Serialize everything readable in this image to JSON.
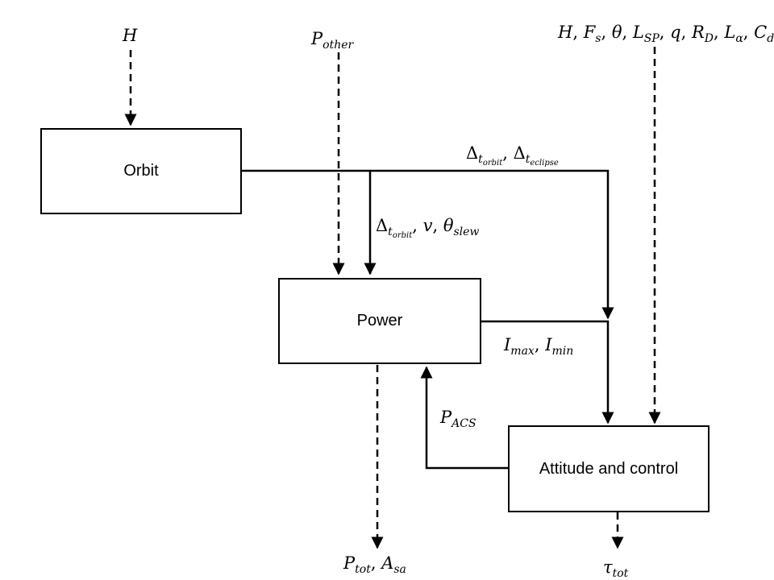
{
  "blocks": {
    "orbit": "Orbit",
    "power": "Power",
    "attitude": "Attitude and control"
  },
  "labels": {
    "orbit_input": {
      "base": "H"
    },
    "power_input": {
      "base": "P",
      "sub": "other"
    },
    "attitude_inputs": [
      {
        "base": "H"
      },
      {
        "base": "F",
        "sub": "s"
      },
      {
        "base": "θ"
      },
      {
        "base": "L",
        "sub": "SP"
      },
      {
        "base": "q"
      },
      {
        "base": "R",
        "sub": "D"
      },
      {
        "base": "L",
        "sub": "α"
      },
      {
        "base": "C",
        "sub": "d"
      }
    ],
    "orbit_to_attitude": [
      {
        "base": "Δ",
        "sub": "t",
        "sub2": "orbit"
      },
      {
        "base": "Δ",
        "sub": "t",
        "sub2": "eclipse"
      }
    ],
    "orbit_to_power": [
      {
        "base": "Δ",
        "sub": "t",
        "sub2": "orbit"
      },
      {
        "base": "v"
      },
      {
        "base": "θ",
        "sub": "slew"
      }
    ],
    "power_to_attitude": [
      {
        "base": "I",
        "sub": "max"
      },
      {
        "base": "I",
        "sub": "min"
      }
    ],
    "attitude_to_power": {
      "base": "P",
      "sub": "ACS"
    },
    "power_output": [
      {
        "base": "P",
        "sub": "tot"
      },
      {
        "base": "A",
        "sub": "sa"
      }
    ],
    "attitude_output": {
      "base": "τ",
      "sub": "tot"
    }
  }
}
